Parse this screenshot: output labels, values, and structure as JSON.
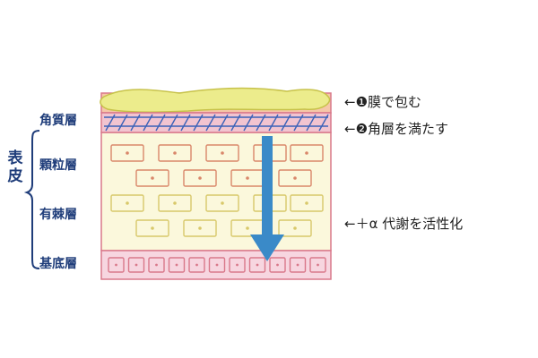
{
  "epidermis_label": "表皮",
  "layers": {
    "stratum_corneum": "角質層",
    "stratum_granulosum": "顆粒層",
    "stratum_spinosum": "有棘層",
    "stratum_basale": "基底層"
  },
  "annotations": {
    "film": "←❶膜で包む",
    "fill": "←❷角層を満たす",
    "metabolism": "←＋α 代謝を活性化"
  },
  "colors": {
    "outline": "#d9788a",
    "film_fill": "#ecec8c",
    "film_top_band": "#f6c7a8",
    "corneum_band": "#f2c4d0",
    "hatch": "#3b62b8",
    "body_fill": "#fbf8dc",
    "basal_fill": "#f7d6e0",
    "granular_cell": "#d9876a",
    "spinous_cell": "#d8c86a",
    "basal_cell": "#d9788a",
    "arrow": "#3a8ac8",
    "label": "#1f3d7a"
  }
}
